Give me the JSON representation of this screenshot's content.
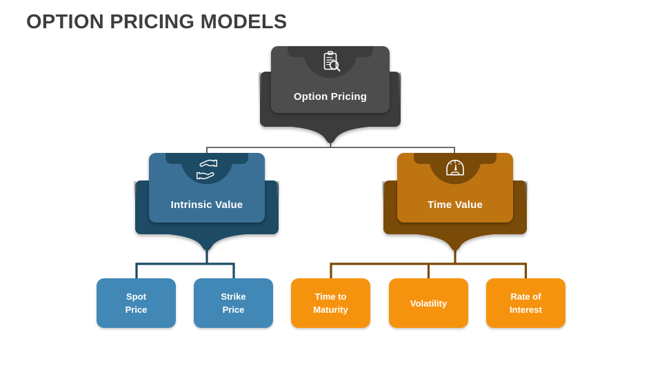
{
  "slide": {
    "title": "OPTION PRICING MODELS",
    "title_color": "#3E3E3E",
    "background": "#FFFFFF"
  },
  "root": {
    "label": "Option Pricing",
    "icon": "clipboard-search-icon",
    "front_color": "#4D4D4D",
    "back_color": "#3C3C3C",
    "connector_color": "#3F3F3F"
  },
  "branches": [
    {
      "label": "Intrinsic Value",
      "icon": "handshake-icon",
      "front_color": "#3A7096",
      "back_color": "#1D4A64",
      "connector_color": "#1D4A64",
      "children": [
        {
          "line1": "Spot",
          "line2": "Price",
          "color": "#4288B6"
        },
        {
          "line1": "Strike",
          "line2": "Price",
          "color": "#4288B6"
        }
      ]
    },
    {
      "label": "Time Value",
      "icon": "gauge-icon",
      "front_color": "#BD7411",
      "back_color": "#7A4A08",
      "connector_color": "#7A4A08",
      "children": [
        {
          "line1": "Time to",
          "line2": "Maturity",
          "color": "#F6930E"
        },
        {
          "line1": "Volatility",
          "line2": "",
          "color": "#F6930E"
        },
        {
          "line1": "Rate of",
          "line2": "Interest",
          "color": "#F6930E"
        }
      ]
    }
  ]
}
